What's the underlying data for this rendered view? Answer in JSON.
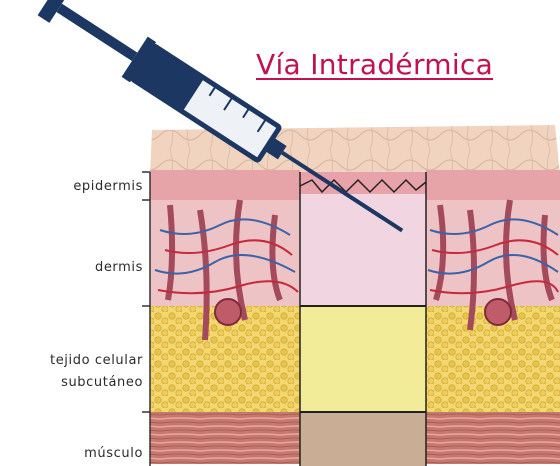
{
  "title": "Vía Intradérmica",
  "layers": [
    {
      "id": "epidermis",
      "label": "epidermis"
    },
    {
      "id": "dermis",
      "label": "dermis"
    },
    {
      "id": "subcutaneous",
      "label": "tejido celular\nsubcutáneo"
    },
    {
      "id": "muscle",
      "label": "músculo"
    }
  ],
  "colors": {
    "title": "#c1124f",
    "epidermis": "#e7a2aa",
    "dermis": "#f1d6e2",
    "subcutaneous": "#f2eb97",
    "muscle": "#c9ad94",
    "skin_surface": "#f1d2bd",
    "syringe_barrel": "#1d3763",
    "needle": "#1d3763"
  },
  "icons": {
    "syringe": "syringe-icon"
  }
}
